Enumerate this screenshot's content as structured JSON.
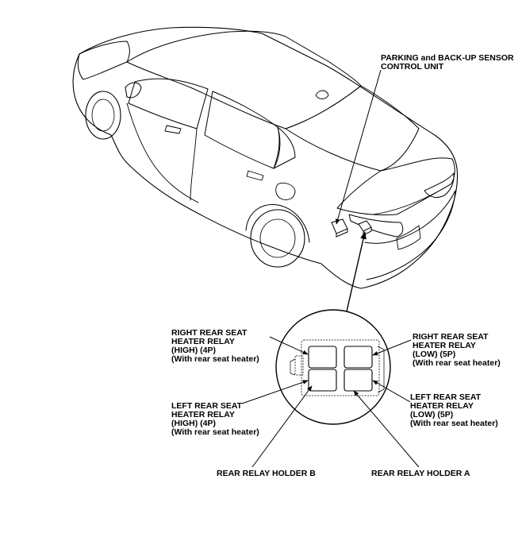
{
  "callouts": {
    "parking_sensor": [
      "PARKING and BACK-UP SENSOR",
      "CONTROL UNIT"
    ],
    "right_high": [
      "RIGHT REAR SEAT",
      "HEATER RELAY",
      "(HIGH) (4P)",
      "(With rear seat heater)"
    ],
    "right_low": [
      "RIGHT REAR SEAT",
      "HEATER RELAY",
      "(LOW) (5P)",
      "(With rear seat heater)"
    ],
    "left_high": [
      "LEFT REAR SEAT",
      "HEATER RELAY",
      "(HIGH) (4P)",
      "(With rear seat heater)"
    ],
    "left_low": [
      "LEFT REAR SEAT",
      "HEATER RELAY",
      "(LOW) (5P)",
      "(With rear seat heater)"
    ],
    "holder_b": "REAR RELAY HOLDER B",
    "holder_a": "REAR RELAY HOLDER A"
  }
}
